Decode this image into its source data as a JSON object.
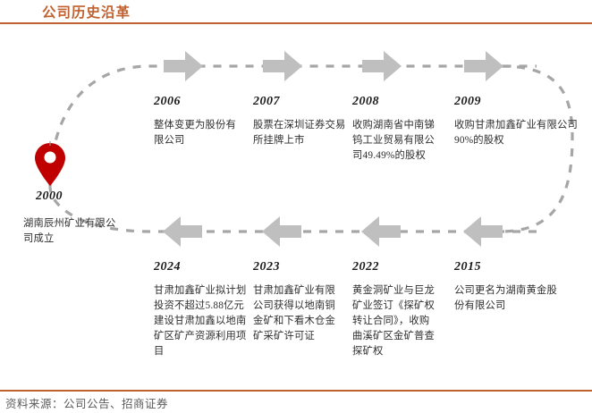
{
  "header": {
    "title": "公司历史沿革"
  },
  "footer": {
    "source": "资料来源：公司公告、招商证券"
  },
  "colors": {
    "accent": "#c0612f",
    "pin": "#c00000",
    "arrow": "#bfbfbf",
    "dash": "#a6a6a6",
    "text": "#2e2e2e"
  },
  "origin": {
    "year": "2000",
    "description": "湖南辰州矿业有限公司成立"
  },
  "timeline_top": [
    {
      "year": "2006",
      "description": "整体变更为股份有限公司"
    },
    {
      "year": "2007",
      "description": "股票在深圳证券交易所挂牌上市"
    },
    {
      "year": "2008",
      "description": "收购湖南省中南锑钨工业贸易有限公司49.49%的股权"
    },
    {
      "year": "2009",
      "description": "收购甘肃加鑫矿业有限公司90%的股权"
    }
  ],
  "timeline_bottom": [
    {
      "year": "2024",
      "description": "甘肃加鑫矿业拟计划投资不超过5.88亿元建设甘肃加鑫以地南矿区矿产资源利用项目"
    },
    {
      "year": "2023",
      "description": "甘肃加鑫矿业有限公司获得以地南铜金矿和下看木仓金矿采矿许可证"
    },
    {
      "year": "2022",
      "description": "黄金洞矿业与巨龙矿业签订《探矿权转让合同》，收购曲溪矿区金矿普查探矿权"
    },
    {
      "year": "2015",
      "description": "公司更名为湖南黄金股份有限公司"
    }
  ],
  "icons": {
    "pin": "map-pin-icon",
    "arrow_right": "arrow-right-icon",
    "arrow_left": "arrow-left-icon"
  }
}
